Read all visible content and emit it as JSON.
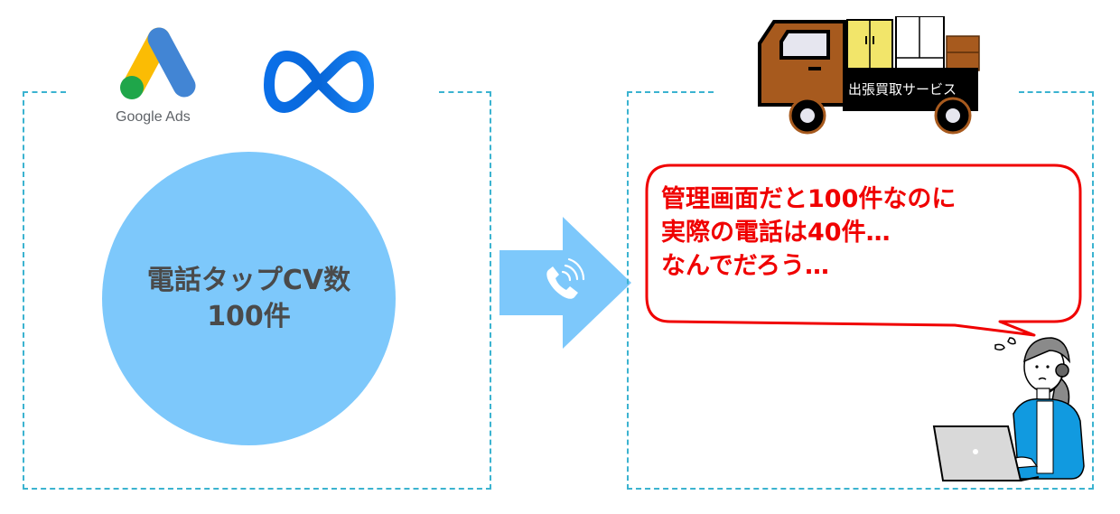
{
  "left_panel": {
    "logos": {
      "google_ads_label": "Google Ads",
      "meta_logo": "meta-infinity-logo"
    },
    "circle": {
      "line1": "電話タップCV数",
      "line2": "100件",
      "color": "#7dc8fb"
    }
  },
  "arrow": {
    "icon": "phone-ringing-icon",
    "color": "#7dc8fb"
  },
  "right_panel": {
    "truck": {
      "label": "出張買取サービス"
    },
    "speech_bubble": {
      "line1": "管理画面だと100件なのに",
      "line2": "実際の電話は40件…",
      "line3": "なんでだろう…",
      "color": "#f00000"
    },
    "person": "operator-with-laptop-illustration"
  },
  "colors": {
    "dashed_border": "#3bb3d0"
  }
}
